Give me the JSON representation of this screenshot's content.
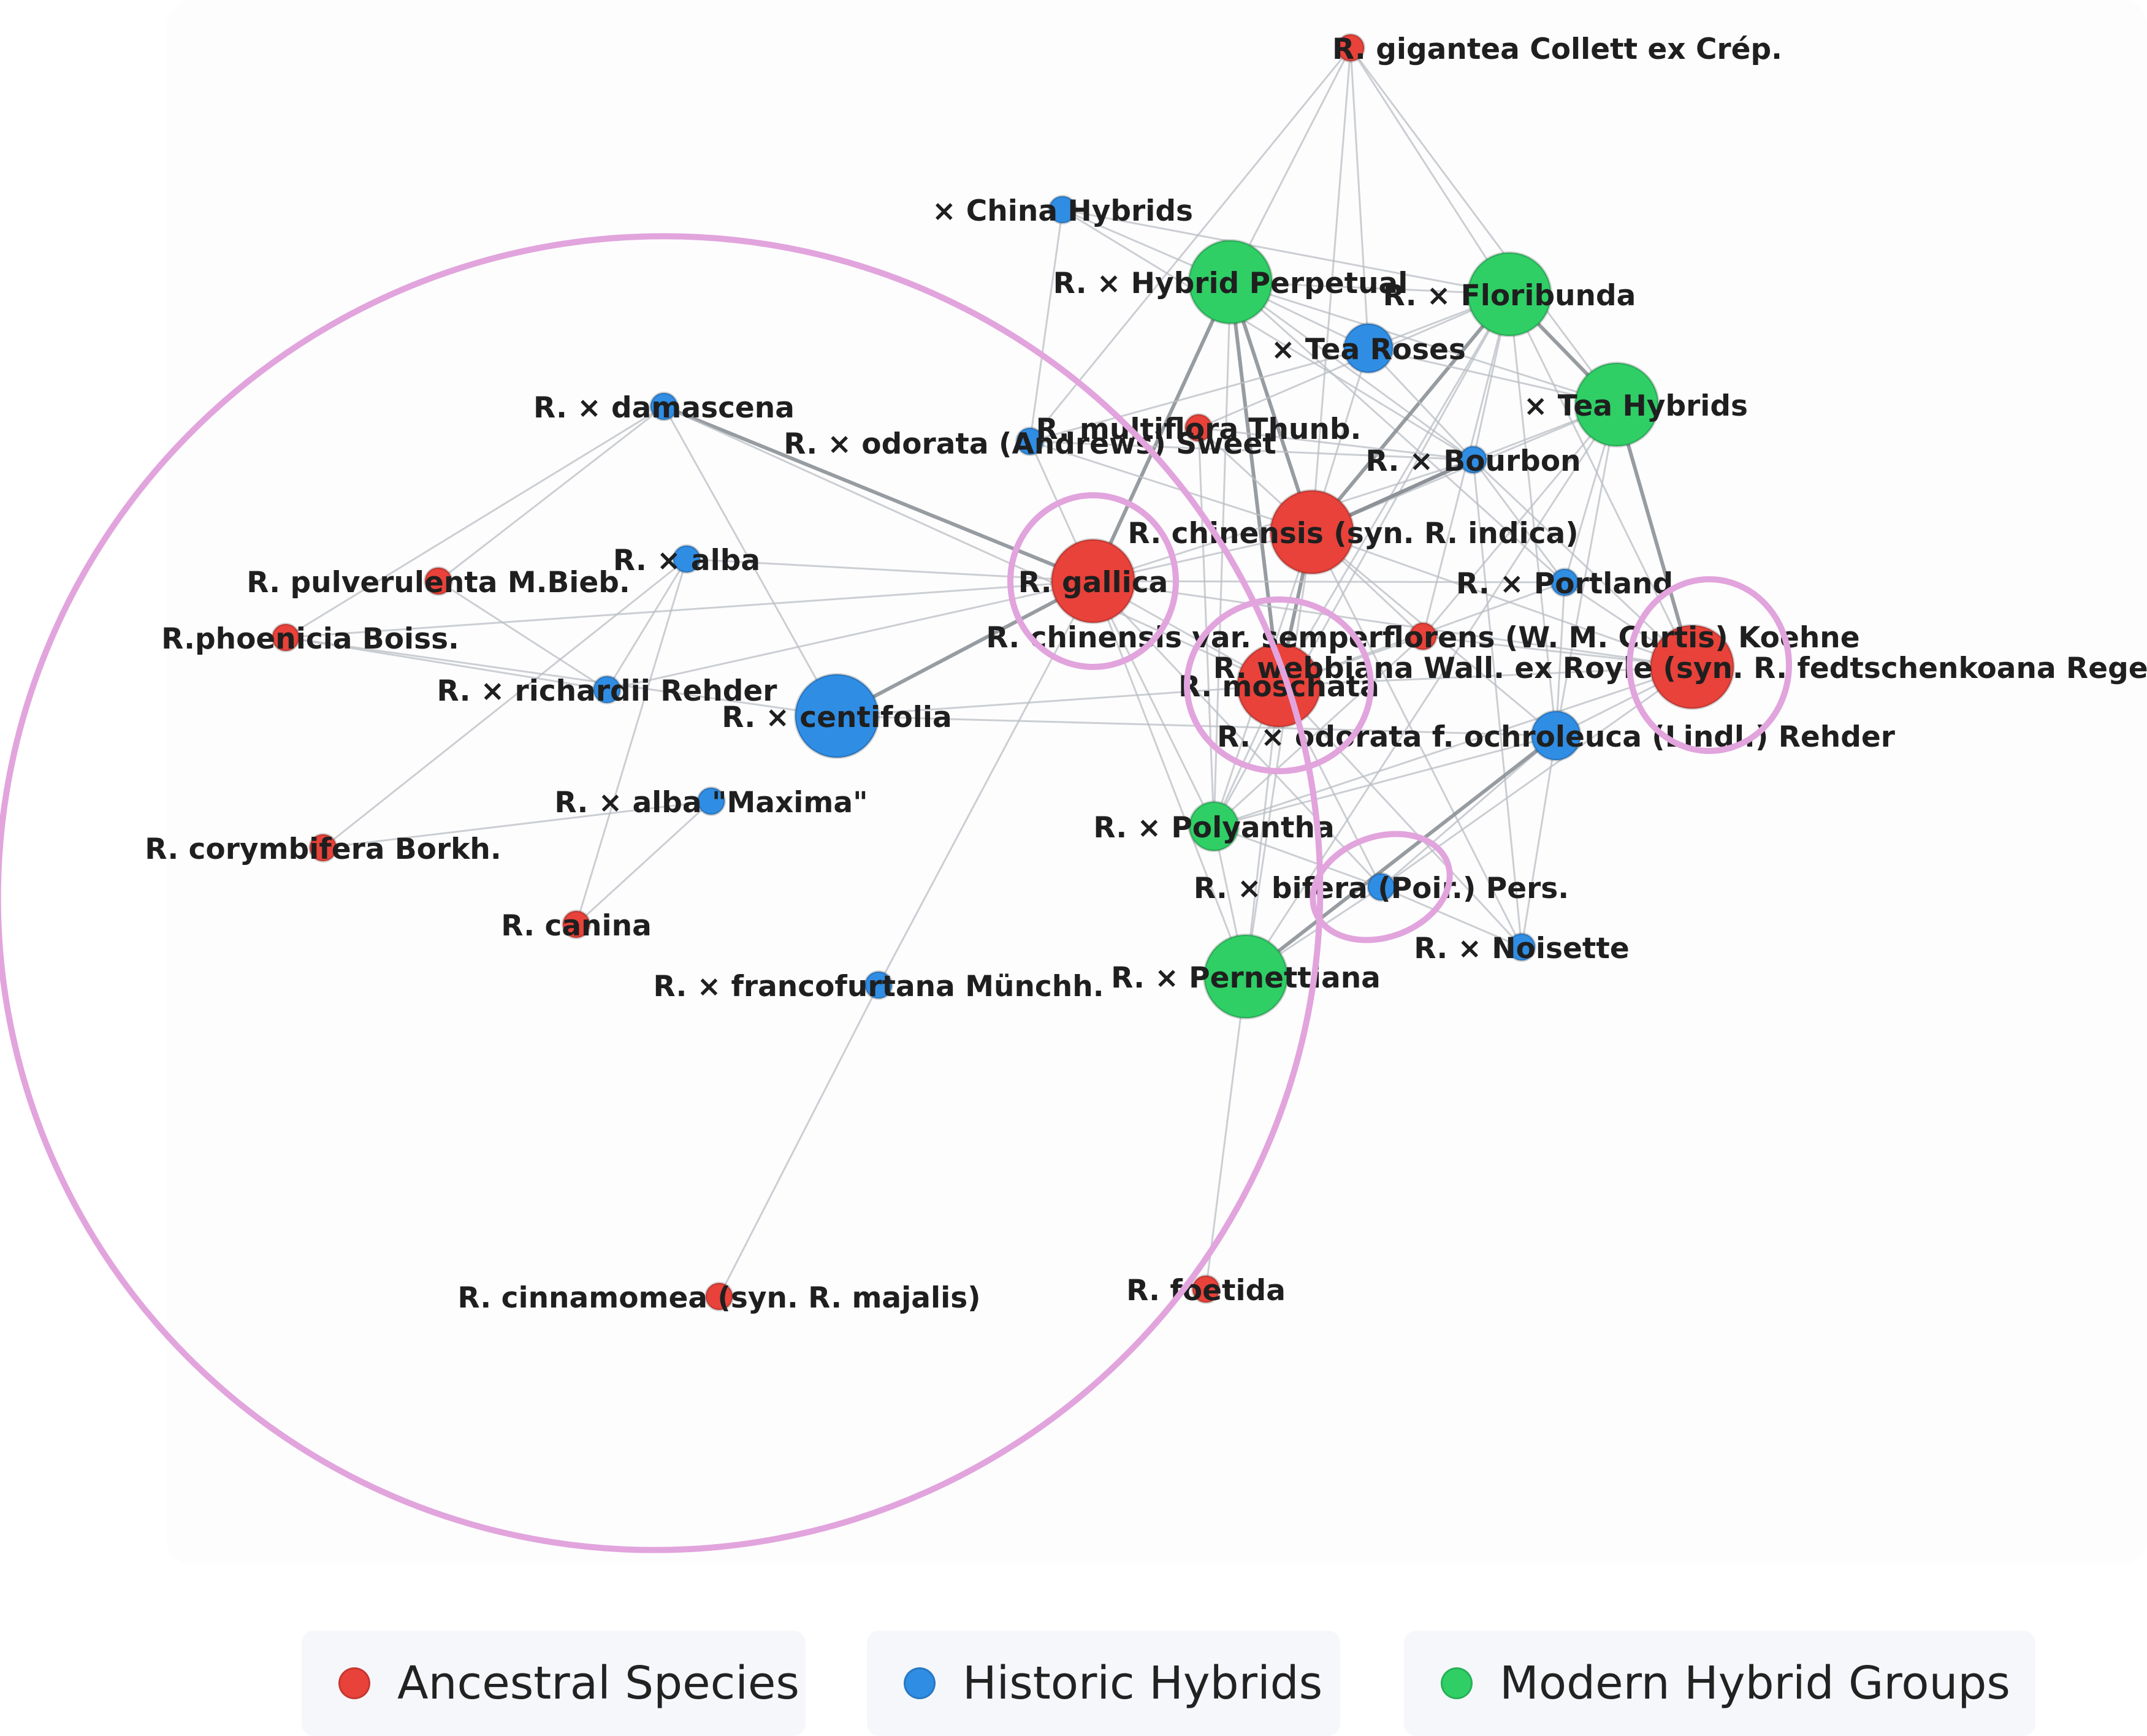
{
  "colors": {
    "ancestral": "#e8423a",
    "historic": "#2f8de4",
    "modern": "#2fcf66",
    "edge": "#b9bdc3",
    "edge_strong": "#8c9197",
    "highlight": "#e2a4dd"
  },
  "legend": {
    "items": [
      {
        "label": "Ancestral Species",
        "group": "ancestral"
      },
      {
        "label": "Historic Hybrids",
        "group": "historic"
      },
      {
        "label": "Modern Hybrid Groups",
        "group": "modern"
      }
    ]
  },
  "nodes": [
    {
      "id": "gigantea",
      "label": "R. gigantea Collett ex Crép.",
      "group": "ancestral",
      "importance": 1
    },
    {
      "id": "china",
      "label": "× China Hybrids",
      "group": "historic",
      "importance": 1
    },
    {
      "id": "hp",
      "label": "R. × Hybrid Perpetual",
      "group": "modern",
      "importance": 3
    },
    {
      "id": "floribunda",
      "label": "R. × Floribunda",
      "group": "modern",
      "importance": 3
    },
    {
      "id": "tearoses",
      "label": "× Tea Roses",
      "group": "historic",
      "importance": 2
    },
    {
      "id": "teahybrids",
      "label": "× Tea Hybrids",
      "group": "modern",
      "importance": 3
    },
    {
      "id": "damascena",
      "label": "R. × damascena",
      "group": "historic",
      "importance": 1
    },
    {
      "id": "odorata",
      "label": "R. × odorata (Andrews) Sweet",
      "group": "historic",
      "importance": 1
    },
    {
      "id": "multiflora",
      "label": "R. multiflora Thunb.",
      "group": "ancestral",
      "importance": 1
    },
    {
      "id": "bourbon",
      "label": "R. × Bourbon",
      "group": "historic",
      "importance": 1
    },
    {
      "id": "chinensis",
      "label": "R. chinensis (syn. R. indica)",
      "group": "ancestral",
      "importance": 3
    },
    {
      "id": "alba",
      "label": "R. × alba",
      "group": "historic",
      "importance": 1
    },
    {
      "id": "pulverulenta",
      "label": "R. pulverulenta M.Bieb.",
      "group": "ancestral",
      "importance": 1
    },
    {
      "id": "gallica",
      "label": "R. gallica",
      "group": "ancestral",
      "importance": 3
    },
    {
      "id": "portland",
      "label": "R. × Portland",
      "group": "historic",
      "importance": 1
    },
    {
      "id": "phoenicia",
      "label": "R.phoenicia Boiss.",
      "group": "ancestral",
      "importance": 1
    },
    {
      "id": "semperflorens",
      "label": "R. chinensis var. semperflorens (W. M. Curtis) Koehne",
      "group": "ancestral",
      "importance": 1
    },
    {
      "id": "webbiana",
      "label": "R. webbiana Wall. ex Royle (syn. R. fedtschenkoana Regel)",
      "group": "ancestral",
      "importance": 3
    },
    {
      "id": "moschata",
      "label": "R. moschata",
      "group": "ancestral",
      "importance": 3
    },
    {
      "id": "richardii",
      "label": "R. × richardii Rehder",
      "group": "historic",
      "importance": 1
    },
    {
      "id": "centifolia",
      "label": "R. × centifolia",
      "group": "historic",
      "importance": 3
    },
    {
      "id": "ochroleuca",
      "label": "R. × odorata f. ochroleuca (Lindl.) Rehder",
      "group": "historic",
      "importance": 2
    },
    {
      "id": "albamaxima",
      "label": "R. × alba \"Maxima\"",
      "group": "historic",
      "importance": 1
    },
    {
      "id": "corymbifera",
      "label": "R. corymbifera Borkh.",
      "group": "ancestral",
      "importance": 1
    },
    {
      "id": "polyantha",
      "label": "R. × Polyantha",
      "group": "modern",
      "importance": 2
    },
    {
      "id": "bifera",
      "label": "R. × bifera (Poir.) Pers.",
      "group": "historic",
      "importance": 1
    },
    {
      "id": "noisette",
      "label": "R. × Noisette",
      "group": "historic",
      "importance": 1
    },
    {
      "id": "canina",
      "label": "R. canina",
      "group": "ancestral",
      "importance": 1
    },
    {
      "id": "pernettiana",
      "label": "R. × Pernettiana",
      "group": "modern",
      "importance": 3
    },
    {
      "id": "francofurtana",
      "label": "R. × francofurtana Münchh.",
      "group": "historic",
      "importance": 1
    },
    {
      "id": "cinnamomea",
      "label": "R. cinnamomea (syn. R. majalis)",
      "group": "ancestral",
      "importance": 1
    },
    {
      "id": "foetida",
      "label": "R. foetida",
      "group": "ancestral",
      "importance": 1
    }
  ],
  "edges": [
    [
      "gigantea",
      "hp"
    ],
    [
      "gigantea",
      "floribunda"
    ],
    [
      "gigantea",
      "teahybrids"
    ],
    [
      "gigantea",
      "tearoses"
    ],
    [
      "gigantea",
      "chinensis"
    ],
    [
      "gigantea",
      "odorata"
    ],
    [
      "china",
      "hp"
    ],
    [
      "china",
      "floribunda"
    ],
    [
      "china",
      "bourbon"
    ],
    [
      "china",
      "odorata"
    ],
    [
      "hp",
      "floribunda"
    ],
    [
      "hp",
      "tearoses"
    ],
    [
      "hp",
      "bourbon"
    ],
    [
      "hp",
      "chinensis"
    ],
    [
      "hp",
      "gallica"
    ],
    [
      "hp",
      "moschata"
    ],
    [
      "hp",
      "portland"
    ],
    [
      "hp",
      "polyantha"
    ],
    [
      "hp",
      "teahybrids"
    ],
    [
      "floribunda",
      "tearoses"
    ],
    [
      "floribunda",
      "teahybrids"
    ],
    [
      "floribunda",
      "chinensis"
    ],
    [
      "floribunda",
      "moschata"
    ],
    [
      "floribunda",
      "polyantha"
    ],
    [
      "floribunda",
      "webbiana"
    ],
    [
      "floribunda",
      "bourbon"
    ],
    [
      "floribunda",
      "ochroleuca"
    ],
    [
      "floribunda",
      "multiflora"
    ],
    [
      "floribunda",
      "semperflorens"
    ],
    [
      "tearoses",
      "teahybrids"
    ],
    [
      "tearoses",
      "chinensis"
    ],
    [
      "tearoses",
      "odorata"
    ],
    [
      "tearoses",
      "bourbon"
    ],
    [
      "teahybrids",
      "bourbon"
    ],
    [
      "teahybrids",
      "chinensis"
    ],
    [
      "teahybrids",
      "webbiana"
    ],
    [
      "teahybrids",
      "pernettiana"
    ],
    [
      "teahybrids",
      "portland"
    ],
    [
      "teahybrids",
      "ochroleuca"
    ],
    [
      "teahybrids",
      "semperflorens"
    ],
    [
      "damascena",
      "gallica"
    ],
    [
      "damascena",
      "pulverulenta"
    ],
    [
      "damascena",
      "phoenicia"
    ],
    [
      "damascena",
      "moschata"
    ],
    [
      "odorata",
      "chinensis"
    ],
    [
      "odorata",
      "bourbon"
    ],
    [
      "odorata",
      "gallica"
    ],
    [
      "multiflora",
      "polyantha"
    ],
    [
      "multiflora",
      "chinensis"
    ],
    [
      "multiflora",
      "bourbon"
    ],
    [
      "bourbon",
      "chinensis"
    ],
    [
      "bourbon",
      "portland"
    ],
    [
      "bourbon",
      "gallica"
    ],
    [
      "bourbon",
      "webbiana"
    ],
    [
      "bourbon",
      "noisette"
    ],
    [
      "chinensis",
      "gallica"
    ],
    [
      "chinensis",
      "moschata"
    ],
    [
      "chinensis",
      "polyantha"
    ],
    [
      "chinensis",
      "bourbon"
    ],
    [
      "chinensis",
      "webbiana"
    ],
    [
      "chinensis",
      "noisette"
    ],
    [
      "chinensis",
      "pernettiana"
    ],
    [
      "chinensis",
      "semperflorens"
    ],
    [
      "chinensis",
      "ochroleuca"
    ],
    [
      "alba",
      "gallica"
    ],
    [
      "alba",
      "canina"
    ],
    [
      "alba",
      "corymbifera"
    ],
    [
      "alba",
      "richardii"
    ],
    [
      "gallica",
      "centifolia"
    ],
    [
      "gallica",
      "moschata"
    ],
    [
      "gallica",
      "portland"
    ],
    [
      "gallica",
      "polyantha"
    ],
    [
      "gallica",
      "phoenicia"
    ],
    [
      "gallica",
      "francofurtana"
    ],
    [
      "gallica",
      "richardii"
    ],
    [
      "gallica",
      "webbiana"
    ],
    [
      "gallica",
      "pernettiana"
    ],
    [
      "gallica",
      "bifera"
    ],
    [
      "portland",
      "webbiana"
    ],
    [
      "portland",
      "moschata"
    ],
    [
      "portland",
      "ochroleuca"
    ],
    [
      "phoenicia",
      "centifolia"
    ],
    [
      "phoenicia",
      "richardii"
    ],
    [
      "pulverulenta",
      "richardii"
    ],
    [
      "semperflorens",
      "webbiana"
    ],
    [
      "semperflorens",
      "moschata"
    ],
    [
      "semperflorens",
      "polyantha"
    ],
    [
      "webbiana",
      "moschata"
    ],
    [
      "webbiana",
      "ochroleuca"
    ],
    [
      "webbiana",
      "bifera"
    ],
    [
      "webbiana",
      "polyantha"
    ],
    [
      "moschata",
      "centifolia"
    ],
    [
      "moschata",
      "bifera"
    ],
    [
      "moschata",
      "noisette"
    ],
    [
      "moschata",
      "pernettiana"
    ],
    [
      "moschata",
      "polyantha"
    ],
    [
      "centifolia",
      "ochroleuca"
    ],
    [
      "centifolia",
      "damascena"
    ],
    [
      "ochroleuca",
      "bifera"
    ],
    [
      "ochroleuca",
      "pernettiana"
    ],
    [
      "ochroleuca",
      "polyantha"
    ],
    [
      "ochroleuca",
      "noisette"
    ],
    [
      "albamaxima",
      "canina"
    ],
    [
      "albamaxima",
      "corymbifera"
    ],
    [
      "polyantha",
      "pernettiana"
    ],
    [
      "polyantha",
      "bifera"
    ],
    [
      "bifera",
      "pernettiana"
    ],
    [
      "bifera",
      "noisette"
    ],
    [
      "pernettiana",
      "foetida"
    ],
    [
      "francofurtana",
      "cinnamomea"
    ]
  ],
  "strong_edges": [
    [
      "hp",
      "chinensis"
    ],
    [
      "floribunda",
      "chinensis"
    ],
    [
      "teahybrids",
      "webbiana"
    ],
    [
      "hp",
      "gallica"
    ],
    [
      "gallica",
      "centifolia"
    ],
    [
      "damascena",
      "gallica"
    ],
    [
      "teahybrids",
      "floribunda"
    ],
    [
      "ochroleuca",
      "pernettiana"
    ],
    [
      "bourbon",
      "chinensis"
    ],
    [
      "chinensis",
      "moschata"
    ],
    [
      "hp",
      "moschata"
    ]
  ],
  "highlights": [
    "large-cluster",
    "gallica",
    "moschata",
    "webbiana",
    "bifera"
  ]
}
